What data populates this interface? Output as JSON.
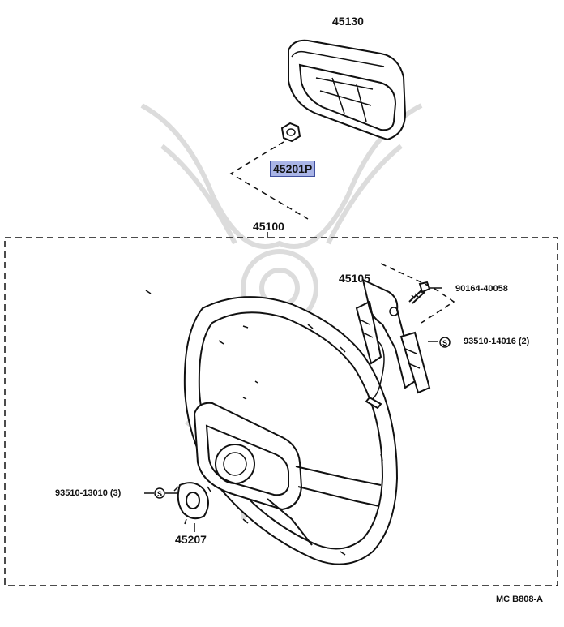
{
  "diagram": {
    "parts": {
      "horn_pad": "45130",
      "nut_highlighted": "45201P",
      "steering_wheel_assy": "45100",
      "horn_contact": "45105",
      "bolt": "90164-40058",
      "screw_right": "93510-14016 (2)",
      "screw_left": "93510-13010 (3)",
      "plate": "45207"
    },
    "symbol_s": "S",
    "catalog_code": "MC  B808-A",
    "colors": {
      "highlight_fill": "#a9b4e6",
      "highlight_border": "#3f4f9e",
      "line": "#111111",
      "watermark": "#d9d9d9"
    }
  }
}
